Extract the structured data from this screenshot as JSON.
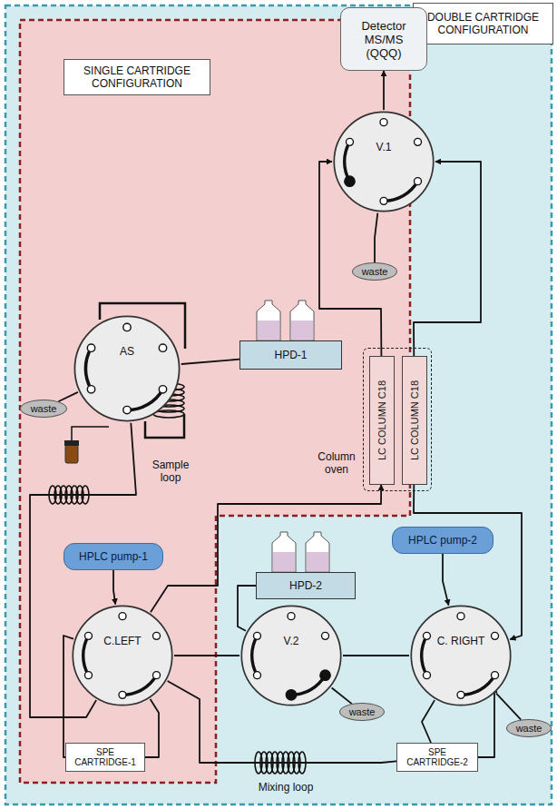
{
  "diagram": {
    "nodes": [
      {
        "text": [
          "DOUBLE CARTRIDGE CONFIGURATION"
        ]
      },
      {
        "text": [
          "SINGLE CARTRIDGE CONFIGURATION"
        ]
      },
      {
        "text": [
          "Detector MS/MS (QQQ)"
        ]
      },
      {
        "text": [
          "V.1"
        ]
      },
      {
        "text": [
          "waste"
        ]
      },
      {
        "text": [
          "AS"
        ]
      },
      {
        "text": [
          "HPD-1"
        ]
      },
      {
        "text": [
          "waste"
        ]
      },
      {
        "text": [
          "Column oven"
        ]
      },
      {
        "text": [
          "LC COLUMN C18"
        ],
        "in": 8
      },
      {
        "text": [
          "LC COLUMN C18"
        ],
        "in": 8
      },
      {
        "text": [
          "HPLC pump-1"
        ]
      },
      {
        "text": [
          "HPD-2"
        ]
      },
      {
        "text": [
          "HPLC pump-2"
        ]
      },
      {
        "text": [
          "C.LEFT"
        ]
      },
      {
        "text": [
          "V.2"
        ]
      },
      {
        "text": [
          "waste"
        ]
      },
      {
        "text": [
          "C. RIGHT"
        ]
      },
      {
        "text": [
          "waste"
        ]
      },
      {
        "text": [
          "SPE CARTRIDGE-1"
        ]
      },
      {
        "text": [
          "SPE CARTRIDGE-2"
        ]
      }
    ],
    "edges": [
      {
        "from": 3,
        "to": 2,
        "arrow": "to"
      },
      {
        "from": 3,
        "to": 4,
        "arrow": "none"
      },
      {
        "from": 9,
        "to": 3,
        "arrow": "to"
      },
      {
        "from": 10,
        "to": 3,
        "arrow": "to"
      },
      {
        "from": 14,
        "to": 9,
        "arrow": "to"
      },
      {
        "from": 11,
        "to": 14,
        "arrow": "to"
      },
      {
        "from": 13,
        "to": 17,
        "arrow": "to"
      },
      {
        "from": 10,
        "to": 17,
        "arrow": "to"
      },
      {
        "from": 17,
        "to": 18,
        "arrow": "none"
      },
      {
        "from": 15,
        "to": 16,
        "arrow": "none"
      },
      {
        "from": 12,
        "to": 15,
        "arrow": "none"
      },
      {
        "from": 14,
        "to": 19,
        "arrow": "none"
      },
      {
        "from": 14,
        "to": 19,
        "arrow": "none"
      },
      {
        "from": 5,
        "to": 14,
        "arrow": "none"
      },
      {
        "from": 6,
        "to": 5,
        "arrow": "none"
      },
      {
        "from": 5,
        "to": 7,
        "arrow": "none"
      },
      {
        "from": 14,
        "to": 20,
        "arrow": "none"
      },
      {
        "from": 20,
        "to": 17,
        "arrow": "to"
      },
      {
        "from": 17,
        "to": 20,
        "arrow": "none"
      },
      {
        "from": 15,
        "to": 14,
        "arrow": "none"
      },
      {
        "from": 15,
        "to": 17,
        "arrow": "none"
      }
    ],
    "labels": [
      "Sample loop",
      "Mixing loop"
    ]
  }
}
